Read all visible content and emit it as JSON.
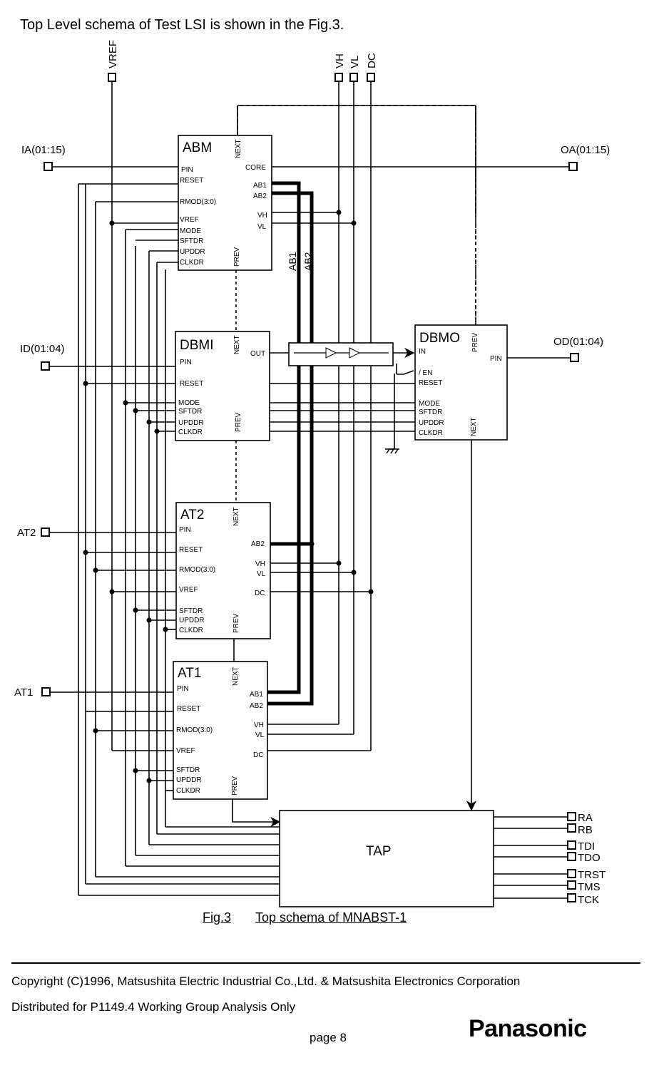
{
  "intro": "Top Level schema of Test LSI is shown in the Fig.3.",
  "caption": {
    "fig": "Fig.3",
    "title": "Top schema of    MNABST-1"
  },
  "footer": {
    "copyright": "Copyright (C)1996, Matsushita Electric Industrial Co.,Ltd. &   Matsushita Electronics Corporation",
    "distribution": "Distributed for P1149.4 Working Group Analysis Only",
    "page": "page 8",
    "logo": "Panasonic"
  },
  "diagram": {
    "top_pins": [
      "VREF",
      "VH",
      "VL",
      "DC"
    ],
    "io_pins": [
      "IA(01:15)",
      "OA(01:15)",
      "ID(01:04)",
      "OD(01:04)",
      "AT2",
      "AT1"
    ],
    "bus_labels": [
      "AB1",
      "AB2"
    ],
    "blocks": {
      "abm": {
        "title": "ABM",
        "left_ports": [
          "PIN",
          "RESET",
          "RMOD(3:0)",
          "VREF",
          "MODE",
          "SFTDR",
          "UPDDR",
          "CLKDR"
        ],
        "right_ports": [
          "CORE",
          "AB1",
          "AB2",
          "VH",
          "VL"
        ],
        "next": "NEXT",
        "prev": "PREV"
      },
      "dbmi": {
        "title": "DBMI",
        "left_ports": [
          "PIN",
          "RESET",
          "MODE",
          "SFTDR",
          "UPDDR",
          "CLKDR"
        ],
        "right_ports": [
          "OUT"
        ],
        "next": "NEXT",
        "prev": "PREV"
      },
      "dbmo": {
        "title": "DBMO",
        "left_ports": [
          "IN",
          "/ EN",
          "RESET",
          "MODE",
          "SFTDR",
          "UPDDR",
          "CLKDR"
        ],
        "right_ports": [
          "PIN"
        ],
        "next": "NEXT",
        "prev": "PREV"
      },
      "at2": {
        "title": "AT2",
        "left_ports": [
          "PIN",
          "RESET",
          "RMOD(3:0)",
          "VREF",
          "SFTDR",
          "UPDDR",
          "CLKDR"
        ],
        "right_ports": [
          "AB2",
          "VH",
          "VL",
          "DC"
        ],
        "next": "NEXT",
        "prev": "PREV"
      },
      "at1": {
        "title": "AT1",
        "left_ports": [
          "PIN",
          "RESET",
          "RMOD(3:0)",
          "VREF",
          "SFTDR",
          "UPDDR",
          "CLKDR"
        ],
        "right_ports": [
          "AB1",
          "AB2",
          "VH",
          "VL",
          "DC"
        ],
        "next": "NEXT",
        "prev": "PREV"
      },
      "tap": {
        "title": "TAP"
      }
    },
    "tap_pins": [
      "RA",
      "RB",
      "TDI",
      "TDO",
      "TRST",
      "TMS",
      "TCK"
    ]
  }
}
